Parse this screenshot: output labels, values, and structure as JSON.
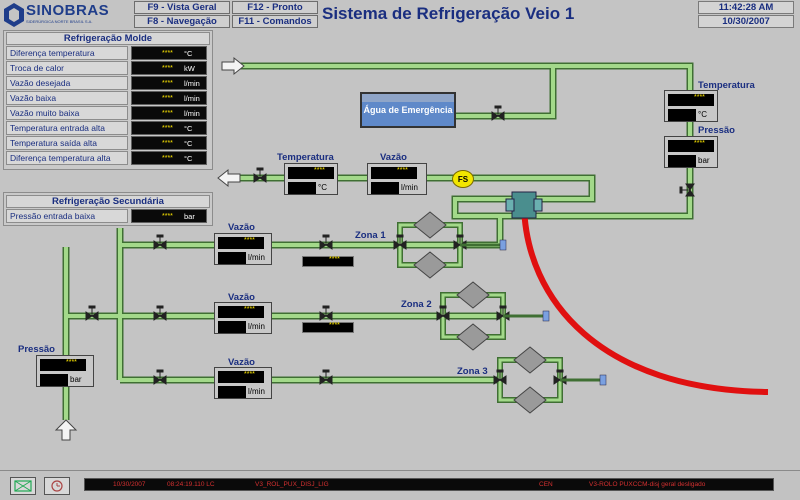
{
  "header": {
    "brand": "SINOBRAS",
    "brand_sub": "SIDERÚRGICA NORTE BRASIL S.A.",
    "fkeys": [
      "F9 - Vista Geral",
      "F12 - Pronto",
      "F8 - Navegação",
      "F11 - Comandos"
    ],
    "title": "Sistema de Refrigeração Veio 1",
    "time": "11:42:28 AM",
    "date": "10/30/2007"
  },
  "mold_panel": {
    "title": "Refrigeração Molde",
    "rows": [
      {
        "label": "Diferença temperatura",
        "value": "****",
        "unit": "°C"
      },
      {
        "label": "Troca de calor",
        "value": "****",
        "unit": "kW"
      },
      {
        "label": "Vazão desejada",
        "value": "****",
        "unit": "l/min"
      },
      {
        "label": "Vazão baixa",
        "value": "****",
        "unit": "l/min"
      },
      {
        "label": "Vazão muito baixa",
        "value": "****",
        "unit": "l/min"
      },
      {
        "label": "Temperatura entrada alta",
        "value": "****",
        "unit": "°C"
      },
      {
        "label": "Temperatura saída alta",
        "value": "****",
        "unit": "°C"
      },
      {
        "label": "Diferença temperatura alta",
        "value": "****",
        "unit": "°C"
      }
    ]
  },
  "secondary_panel": {
    "title": "Refrigeração Secundária",
    "rows": [
      {
        "label": "Pressão entrada baixa",
        "value": "****",
        "unit": "bar"
      }
    ]
  },
  "process": {
    "tank_label": "Água de Emergência",
    "fs_label": "FS",
    "right_temp": {
      "label": "Temperatura",
      "value": "****",
      "unit": "°C"
    },
    "right_press": {
      "label": "Pressão",
      "value": "****",
      "unit": "bar"
    },
    "mid_temp": {
      "label": "Temperatura",
      "value": "****",
      "unit": "°C"
    },
    "mid_flow": {
      "label": "Vazão",
      "value": "****",
      "unit": "l/min"
    },
    "main_press": {
      "label": "Pressão",
      "value": "****",
      "unit": "bar"
    },
    "zones": [
      {
        "name": "Zona 1",
        "flow_label": "Vazão",
        "flow_value": "****",
        "flow_unit": "l/min",
        "setpoint": "****"
      },
      {
        "name": "Zona 2",
        "flow_label": "Vazão",
        "flow_value": "****",
        "flow_unit": "l/min",
        "setpoint": "****"
      },
      {
        "name": "Zona 3",
        "flow_label": "Vazão",
        "flow_value": "****",
        "flow_unit": "l/min"
      }
    ]
  },
  "statusbar": {
    "alarm": {
      "date": "10/30/2007",
      "time": "08:24:19.110 LC",
      "tag": "V3_ROL_PUX_DISJ_LIG",
      "state": "CEN",
      "message": "V3-ROLO PUXCCM-disj geral desligado"
    }
  },
  "colors": {
    "pipe": "#a3d98a",
    "pipe_edge": "#3f6f33",
    "hot_strand": "#e01010",
    "label": "#1a2e80"
  }
}
